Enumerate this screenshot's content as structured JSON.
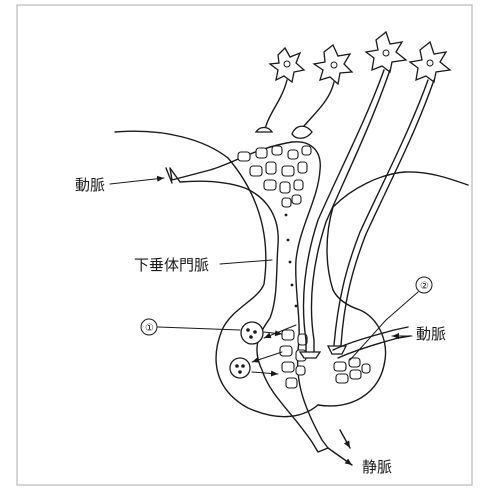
{
  "labels": {
    "artery_left": "動脈",
    "portal_vein": "下垂体門脈",
    "marker_1": "①",
    "marker_2": "②",
    "artery_right": "動脈",
    "vein": "静脈"
  }
}
